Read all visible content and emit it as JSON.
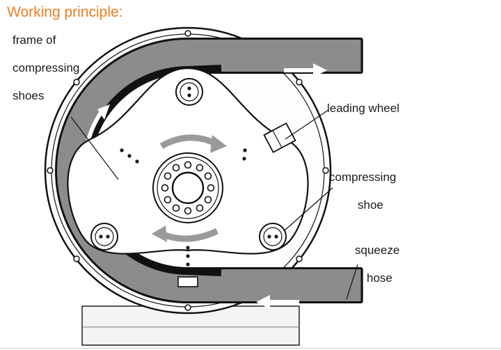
{
  "title": "Working principle:",
  "labels": {
    "frame_line1": "frame of",
    "frame_line2": "compressing",
    "frame_line3": "shoes",
    "leading_wheel": "leading wheel",
    "shoe_line1": "compressing",
    "shoe_line2": "shoe",
    "hose_line1": "squeeze",
    "hose_line2": "hose"
  },
  "colors": {
    "title": "#f07c1f",
    "hose": "#8a8a8a",
    "outline": "#111111",
    "rotation_arrow": "#9a9a9a"
  }
}
